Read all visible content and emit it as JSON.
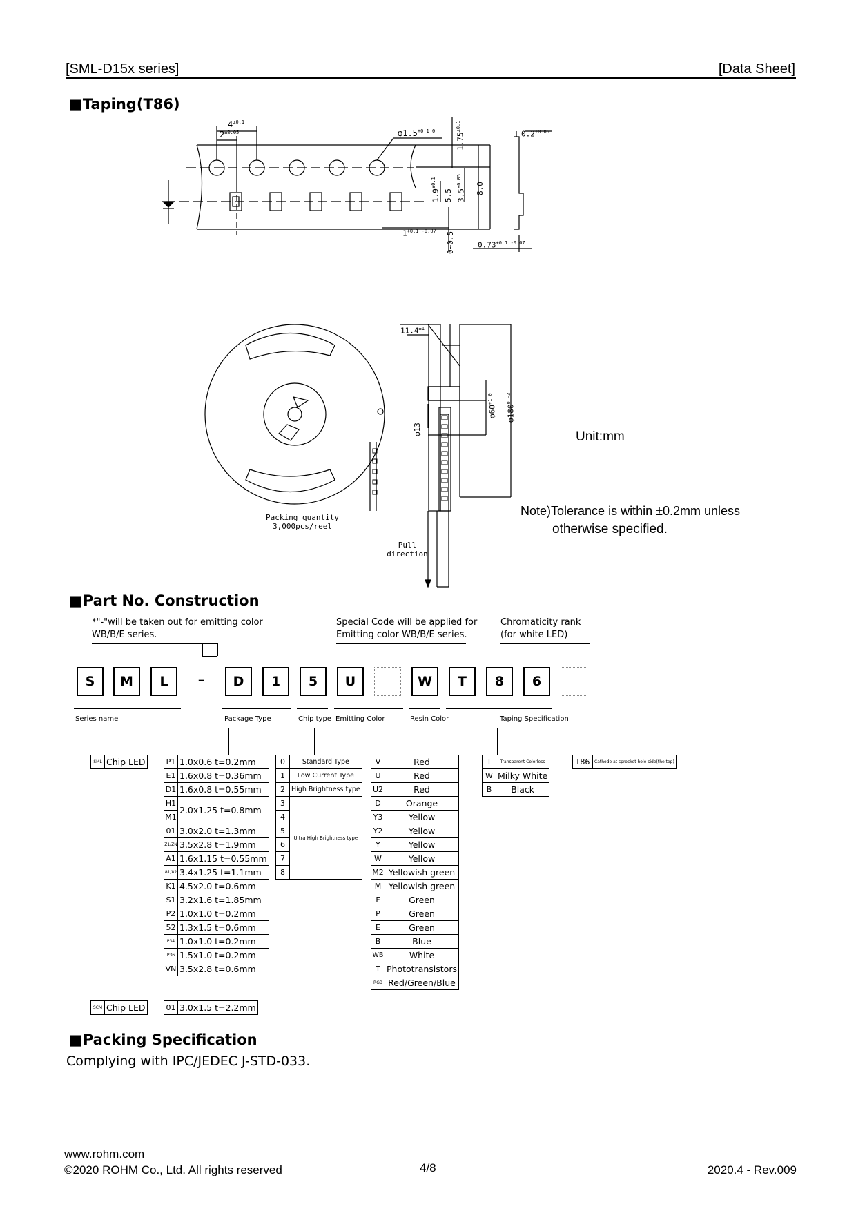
{
  "header": {
    "left": "[SML-D15x series]",
    "right": "[Data Sheet]"
  },
  "sections": {
    "taping": "■Taping(T86)",
    "part_no": "■Part No. Construction",
    "packing": "■Packing Specification"
  },
  "drawing": {
    "dim_4": "4",
    "tol_4": "±0.1",
    "dim_2": "2",
    "tol_2": "±0.05",
    "dim_phi15": "φ1.5",
    "tol_phi15": "+0.1 0",
    "dim_175": "1.75",
    "tol_175": "±0.1",
    "dim_02": "0.2",
    "tol_02": "±0.05",
    "dim_19": "1.9",
    "tol_19": "±0.1",
    "dim_55": "5.5",
    "dim_35": "3.5",
    "tol_35": "±0.05",
    "dim_80": "8.0",
    "dim_1": "1",
    "tol_1": "+0.1 -0.07",
    "dim_005": "0~0.5",
    "dim_073": "0.73",
    "tol_073": "+0.1 -0.07",
    "dim_114": "11.4",
    "tol_114": "±1",
    "dim_phi13": "φ13",
    "dim_phi60": "φ60",
    "tol_phi60": "+1 0",
    "dim_phi180": "φ180",
    "tol_phi180": "0 -3",
    "packing_qty_label": "Packing quantity",
    "packing_qty_value": "3,000pcs/reel",
    "pull_1": "Pull",
    "pull_2": "direction",
    "unit": "Unit:mm",
    "note_1": "Note)Tolerance is within ±0.2mm unless",
    "note_2": "otherwise specified."
  },
  "construction": {
    "note_left_1": "*\"-\"will be taken out for emitting color",
    "note_left_2": "WB/B/E series.",
    "note_mid_1": "Special Code will be applied for",
    "note_mid_2": "Emitting color WB/B/E series.",
    "note_right_1": "Chromaticity rank",
    "note_right_2": "(for white LED)",
    "boxes": [
      "S",
      "M",
      "L",
      "–",
      "D",
      "1",
      "5",
      "U",
      "",
      "W",
      "T",
      "8",
      "6",
      ""
    ],
    "labels": {
      "series": "Series name",
      "package": "Package Type",
      "chip": "Chip type",
      "emitting": "Emitting Color",
      "resin": "Resin Color",
      "taping": "Taping Specification"
    },
    "series_rows": [
      [
        "SML",
        "Chip LED"
      ],
      [
        "SCM",
        "Chip LED"
      ]
    ],
    "package_rows": [
      [
        "P1",
        "1.0x0.6 t=0.2mm"
      ],
      [
        "E1",
        "1.6x0.8 t=0.36mm"
      ],
      [
        "D1",
        "1.6x0.8 t=0.55mm"
      ],
      [
        "H1",
        "2.0x1.25 t=0.8mm"
      ],
      [
        "M1",
        ""
      ],
      [
        "01",
        "3.0x2.0 t=1.3mm"
      ],
      [
        "Z1/ZN",
        "3.5x2.8 t=1.9mm"
      ],
      [
        "A1",
        "1.6x1.15 t=0.55mm"
      ],
      [
        "81/82",
        "3.4x1.25 t=1.1mm"
      ],
      [
        "K1",
        "4.5x2.0 t=0.6mm"
      ],
      [
        "S1",
        "3.2x1.6 t=1.85mm"
      ],
      [
        "P2",
        "1.0x1.0 t=0.2mm"
      ],
      [
        "52",
        "1.3x1.5 t=0.6mm"
      ],
      [
        "P34",
        "1.0x1.0 t=0.2mm"
      ],
      [
        "P36",
        "1.5x1.0 t=0.2mm"
      ],
      [
        "VN",
        "3.5x2.8 t=0.6mm"
      ]
    ],
    "package_scm": [
      "01",
      "3.0x1.5 t=2.2mm"
    ],
    "chip_rows": [
      [
        "0",
        "Standard Type"
      ],
      [
        "1",
        "Low Current Type"
      ],
      [
        "2",
        "High Brightness type"
      ],
      [
        "3",
        "Ultra High Brightness type"
      ],
      [
        "4",
        ""
      ],
      [
        "5",
        ""
      ],
      [
        "6",
        ""
      ],
      [
        "7",
        ""
      ],
      [
        "8",
        ""
      ]
    ],
    "color_rows": [
      [
        "V",
        "Red"
      ],
      [
        "U",
        "Red"
      ],
      [
        "U2",
        "Red"
      ],
      [
        "D",
        "Orange"
      ],
      [
        "Y3",
        "Yellow"
      ],
      [
        "Y2",
        "Yellow"
      ],
      [
        "Y",
        "Yellow"
      ],
      [
        "W",
        "Yellow"
      ],
      [
        "M2",
        "Yellowish green"
      ],
      [
        "M",
        "Yellowish green"
      ],
      [
        "F",
        "Green"
      ],
      [
        "P",
        "Green"
      ],
      [
        "E",
        "Green"
      ],
      [
        "B",
        "Blue"
      ],
      [
        "WB",
        "White"
      ],
      [
        "T",
        "Phototransistors"
      ],
      [
        "RGB",
        "Red/Green/Blue"
      ]
    ],
    "resin_rows": [
      [
        "T",
        "Transparent Colorless"
      ],
      [
        "W",
        "Milky White"
      ],
      [
        "B",
        "Black"
      ]
    ],
    "taping_row": [
      "T86",
      "Cathode at sprocket hole side(the top)"
    ]
  },
  "packing_text": "Complying with IPC/JEDEC J-STD-033.",
  "footer": {
    "url": "www.rohm.com",
    "copyright": "©2020 ROHM Co., Ltd. All rights reserved",
    "page": "4/8",
    "rev": "2020.4 - Rev.009"
  }
}
